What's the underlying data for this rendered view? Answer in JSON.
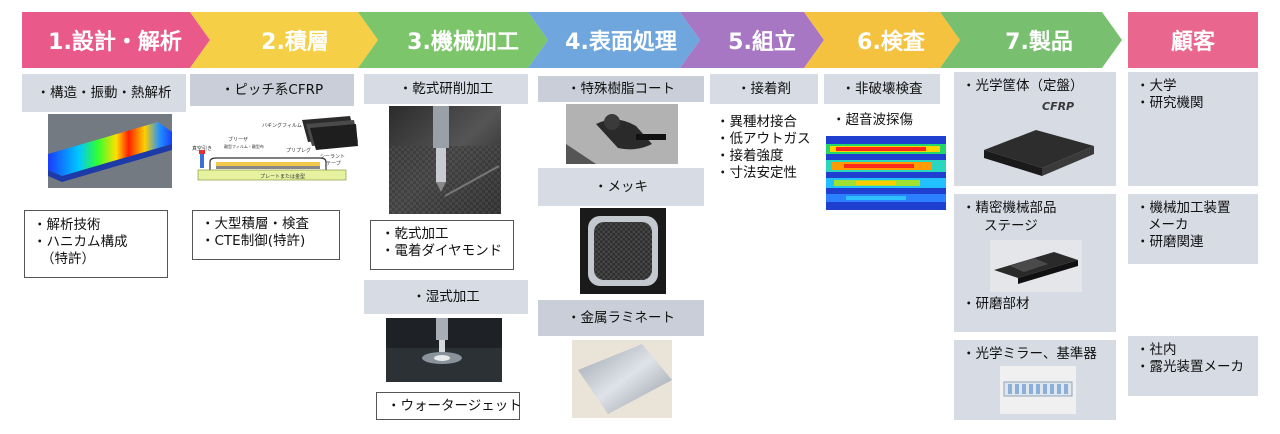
{
  "colors": {
    "step1": "#e95a8a",
    "step2": "#f5cf45",
    "step3": "#7cc56a",
    "step4": "#6ea6dd",
    "step5": "#a777c4",
    "step6": "#f5c23f",
    "step7": "#78c06f",
    "customer": "#e9668f",
    "panel": "#d6dbe4"
  },
  "steps": [
    {
      "label": "1.設計・解析"
    },
    {
      "label": "2.積層"
    },
    {
      "label": "3.機械加工"
    },
    {
      "label": "4.表面処理"
    },
    {
      "label": "5.組立"
    },
    {
      "label": "6.検査"
    },
    {
      "label": "7.製品"
    },
    {
      "label": "顧客"
    }
  ],
  "design": {
    "header": "・構造・振動・熱解析",
    "notes": [
      "・解析技術",
      "・ハニカム構成",
      "（特許）"
    ]
  },
  "lamination": {
    "header": "・ピッチ系CFRP",
    "diagram_labels": {
      "bagging": "バギングフィルム",
      "breather": "ブリーザ",
      "release": "離型フィルム・離型布",
      "prepreg": "プリプレグ",
      "sealant": "シーラント",
      "tape": "テープ",
      "vacuum": "真空引き",
      "plate": "プレートまたは金型"
    },
    "notes": [
      "・大型積層・検査",
      "・CTE制御(特許)"
    ]
  },
  "machining": {
    "dry_header": "・乾式研削加工",
    "dry_notes": [
      "・乾式加工",
      "・電着ダイヤモンド"
    ],
    "wet_header": "・湿式加工",
    "wet_note": "・ウォータージェット"
  },
  "surface": {
    "coat": "・特殊樹脂コート",
    "plating": "・メッキ",
    "laminate": "・金属ラミネート"
  },
  "assembly": {
    "header": "・接着剤",
    "items": [
      "・異種材接合",
      "・低アウトガス",
      "・接着強度",
      "・寸法安定性"
    ]
  },
  "inspection": {
    "header": "・非破壊検査",
    "sub": "・超音波探傷"
  },
  "products": {
    "p1": "・光学筐体（定盤）",
    "p1_badge": "CFRP",
    "p2_a": "・精密機械部品",
    "p2_b": "ステージ",
    "p2_c": "・研磨部材",
    "p3": "・光学ミラー、基準器"
  },
  "customers": {
    "c1": [
      "・大学",
      "・研究機関"
    ],
    "c2": [
      "・機械加工装置",
      "メーカ",
      "・研磨関連"
    ],
    "c3": [
      "・社内",
      "・露光装置メーカ"
    ]
  }
}
